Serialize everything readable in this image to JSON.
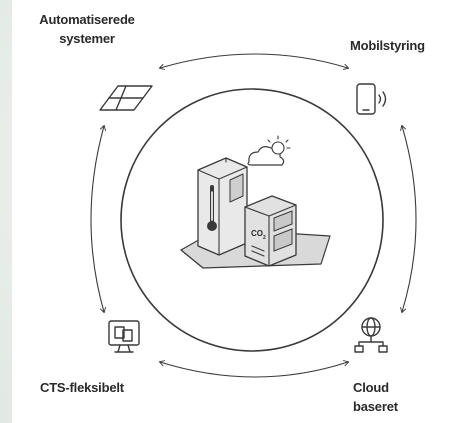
{
  "labels": {
    "automated_line1": "Automatiserede",
    "automated_line2": "systemer",
    "mobile": "Mobilstyring",
    "cts": "CTS-fleksibelt",
    "cloud_line1": "Cloud",
    "cloud_line2": "baseret"
  },
  "icons": {
    "automated": "solar-panel-icon",
    "mobile": "smartphone-signal-icon",
    "cts": "monitor-sync-icon",
    "cloud": "network-globe-icon",
    "center": "building-climate-icon"
  },
  "center_text": {
    "co2": "CO",
    "co2_sub": "2"
  }
}
